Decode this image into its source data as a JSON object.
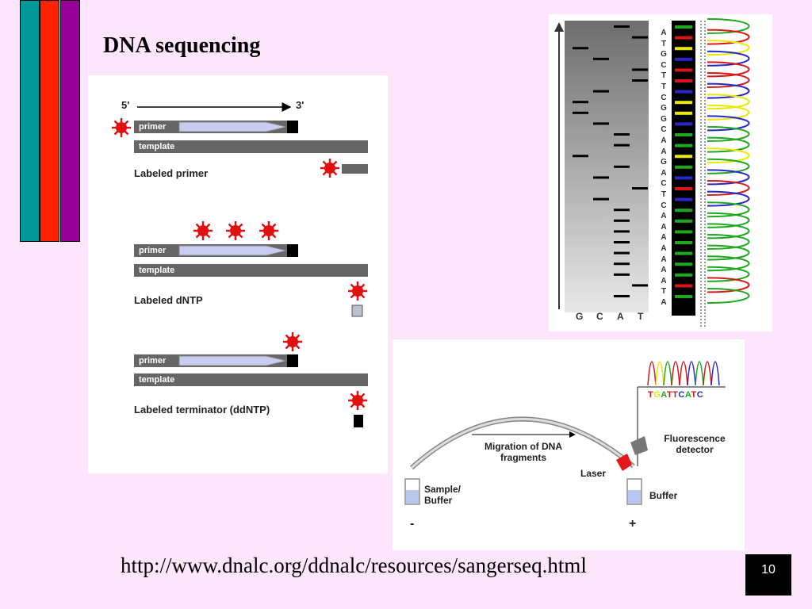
{
  "slide": {
    "title": "DNA sequencing",
    "url": "http://www.dnalc.org/ddnalc/resources/sangerseq.html",
    "page_number": "10",
    "stripe_colors": [
      "#019a98",
      "#ff2200",
      "#990099"
    ]
  },
  "labeling": {
    "five_prime": "5'",
    "three_prime": "3'",
    "primer": "primer",
    "template": "template",
    "labeled_primer": "Labeled primer",
    "labeled_dntp": "Labeled dNTP",
    "labeled_terminator": "Labeled terminator (ddNTP)"
  },
  "gel": {
    "lanes": [
      "G",
      "C",
      "A",
      "T"
    ],
    "sequence": [
      "A",
      "T",
      "G",
      "C",
      "T",
      "T",
      "C",
      "G",
      "G",
      "C",
      "A",
      "A",
      "G",
      "A",
      "C",
      "T",
      "C",
      "A",
      "A",
      "A",
      "A",
      "A",
      "A",
      "A",
      "T",
      "A"
    ],
    "base_colors": {
      "A": "#1ea81e",
      "T": "#d81818",
      "G": "#e8e800",
      "C": "#2828c8"
    }
  },
  "electrophoresis": {
    "migration": "Migration of DNA fragments",
    "sample_buffer": "Sample/ Buffer",
    "buffer": "Buffer",
    "laser": "Laser",
    "detector": "Fluorescence detector",
    "readout": "TGATTCATC",
    "minus": "-",
    "plus": "+"
  }
}
